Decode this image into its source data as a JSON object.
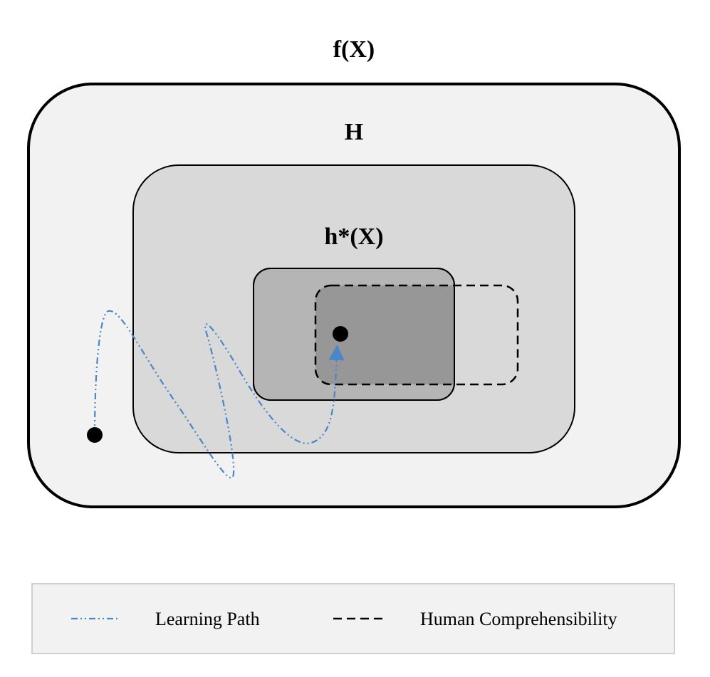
{
  "labels": {
    "f_x": "f(X)",
    "H": "H",
    "h_star": "h*(X)"
  },
  "legend": {
    "learning_path": "Learning Path",
    "human_comprehensibility": "Human Comprehensibility"
  },
  "colors": {
    "outer_fill": "#f2f2f2",
    "middle_fill": "#d9d9d9",
    "inner_fill": "#b5b5b5",
    "overlap_fill": "#979797",
    "stroke": "#000000",
    "path": "#4a86c8",
    "legend_bg": "#f2f2f2",
    "legend_border": "#d0d0d0"
  }
}
